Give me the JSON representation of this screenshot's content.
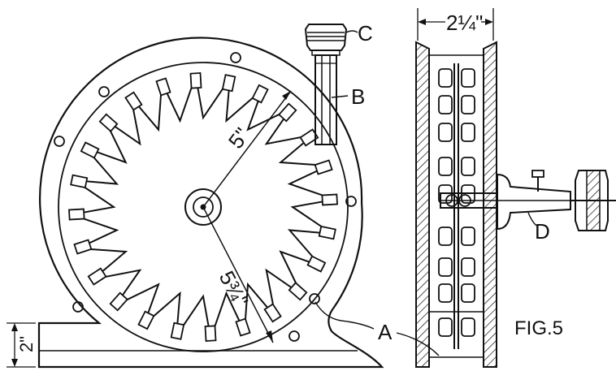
{
  "figure_label": "FIG.5",
  "labels": {
    "a": "A",
    "b": "B",
    "c": "C",
    "d": "D"
  },
  "dimensions": {
    "width": "2¼\"",
    "inner_radius": "5\"",
    "outer_radius": "5¾\"",
    "base": "2\""
  },
  "colors": {
    "ink": "#111111",
    "paper": "#ffffff",
    "hatch": "#111111"
  },
  "wheel": {
    "bucket_count": 24
  }
}
